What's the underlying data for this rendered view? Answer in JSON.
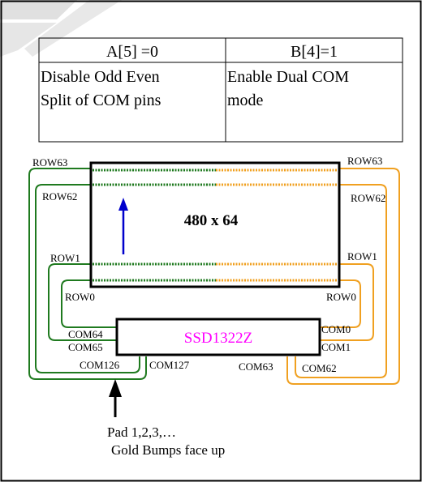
{
  "table": {
    "headers": [
      "A[5] =0",
      "B[4]=1"
    ],
    "cell_a": [
      "Disable Odd Even",
      "Split of COM pins"
    ],
    "cell_b": [
      "Enable Dual COM",
      "mode"
    ]
  },
  "panel": {
    "label": "480 x 64"
  },
  "rows": {
    "row63_left": "ROW63",
    "row63_right": "ROW63",
    "row62_left": "ROW62",
    "row62_right": "ROW62",
    "row1_left": "ROW1",
    "row1_right": "ROW1",
    "row0_left": "ROW0",
    "row0_right": "ROW0"
  },
  "chip": {
    "label": "SSD1322Z",
    "com64": "COM64",
    "com65": "COM65",
    "com126": "COM126",
    "com127": "COM127",
    "com63": "COM63",
    "com62": "COM62",
    "com0": "COM0",
    "com1": "COM1"
  },
  "pad_note": {
    "line1": "Pad 1,2,3,…",
    "line2": "Gold Bumps face up"
  },
  "colors": {
    "green": "#1f7a1f",
    "orange": "#f0a020",
    "blue": "#0000cc",
    "magenta": "#ff00ff",
    "watermark": "#d8d8d8"
  }
}
